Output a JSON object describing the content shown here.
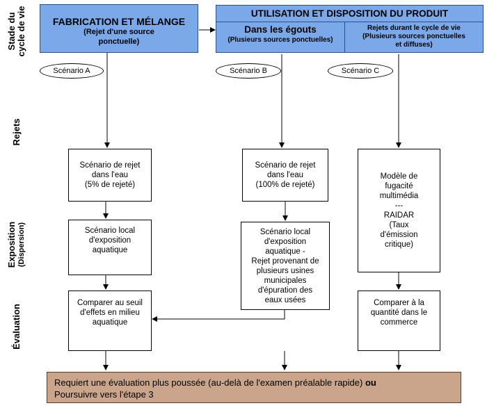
{
  "stages": {
    "lifecycle_line1": "Stade du",
    "lifecycle_line2": "cycle de vie",
    "releases": "Rejets",
    "exposure": "Exposition",
    "exposure_sub": "(Dispersion)",
    "evaluation": "Évaluation"
  },
  "fabrication": {
    "title": "FABRICATION ET MÉLANGE",
    "line1": "(Rejet d'une source",
    "line2": "ponctuelle)"
  },
  "utilisation": {
    "title": "UTILISATION ET DISPOSITION DU PRODUIT",
    "sewer_title": "Dans les égouts",
    "sewer_sub": "(Plusieurs sources ponctuelles)",
    "lifecycle_line1": "Rejets durant le cycle de vie",
    "lifecycle_line2": "(Plusieurs sources ponctuelles",
    "lifecycle_line3": "et diffuses)"
  },
  "scenarios": {
    "a": "Scénario A",
    "b": "Scénario B",
    "c": "Scénario C"
  },
  "releases": {
    "a": [
      "Scénario de rejet",
      "dans l'eau",
      "(5% de rejeté)"
    ],
    "b": [
      "Scénario de rejet",
      "dans l'eau",
      "(100% de rejeté)"
    ]
  },
  "model": [
    "Modèle de",
    "fugacité",
    "multimédia",
    "---",
    "RAIDAR",
    "(Taux",
    "d'émission",
    "critique)"
  ],
  "exposure": {
    "a": [
      "Scénario local",
      "d'exposition",
      "aquatique"
    ],
    "b": [
      "Scénario local",
      "d'exposition",
      "aquatique -",
      "Rejet provenant de",
      "plusieurs usines",
      "municipales",
      "d'épuration des",
      "eaux usées"
    ]
  },
  "evaluation": {
    "a": [
      "Comparer au seuil",
      "d'effets en milieu",
      "aquatique"
    ],
    "c": [
      "Comparer à la",
      "quantité dans le",
      "commerce"
    ]
  },
  "final": {
    "line1": "Requiert une évaluation plus poussée (au-delà de l'examen préalable rapide)",
    "or_word": "ou",
    "line2": "Poursuivre vers l'étape 3"
  },
  "colors": {
    "blue_box": "#7ba8e8",
    "final_box": "#caa58c"
  }
}
